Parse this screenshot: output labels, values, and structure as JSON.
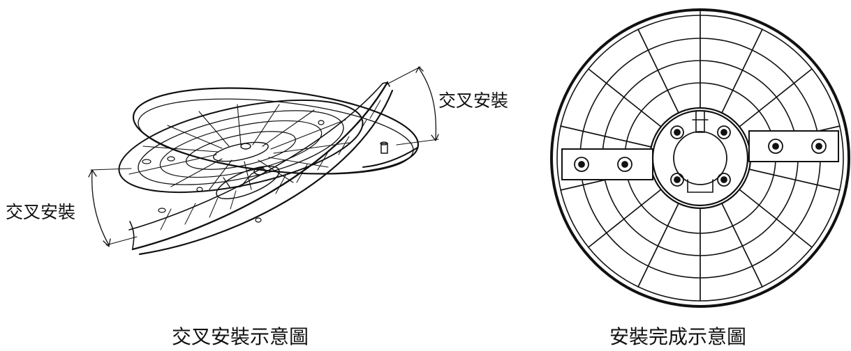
{
  "labels": {
    "cross_install_top": "交叉安裝",
    "cross_install_left": "交叉安裝"
  },
  "captions": {
    "left": "交叉安裝示意圖",
    "right": "安裝完成示意圖"
  },
  "colors": {
    "line": "#111111",
    "background": "#ffffff"
  }
}
